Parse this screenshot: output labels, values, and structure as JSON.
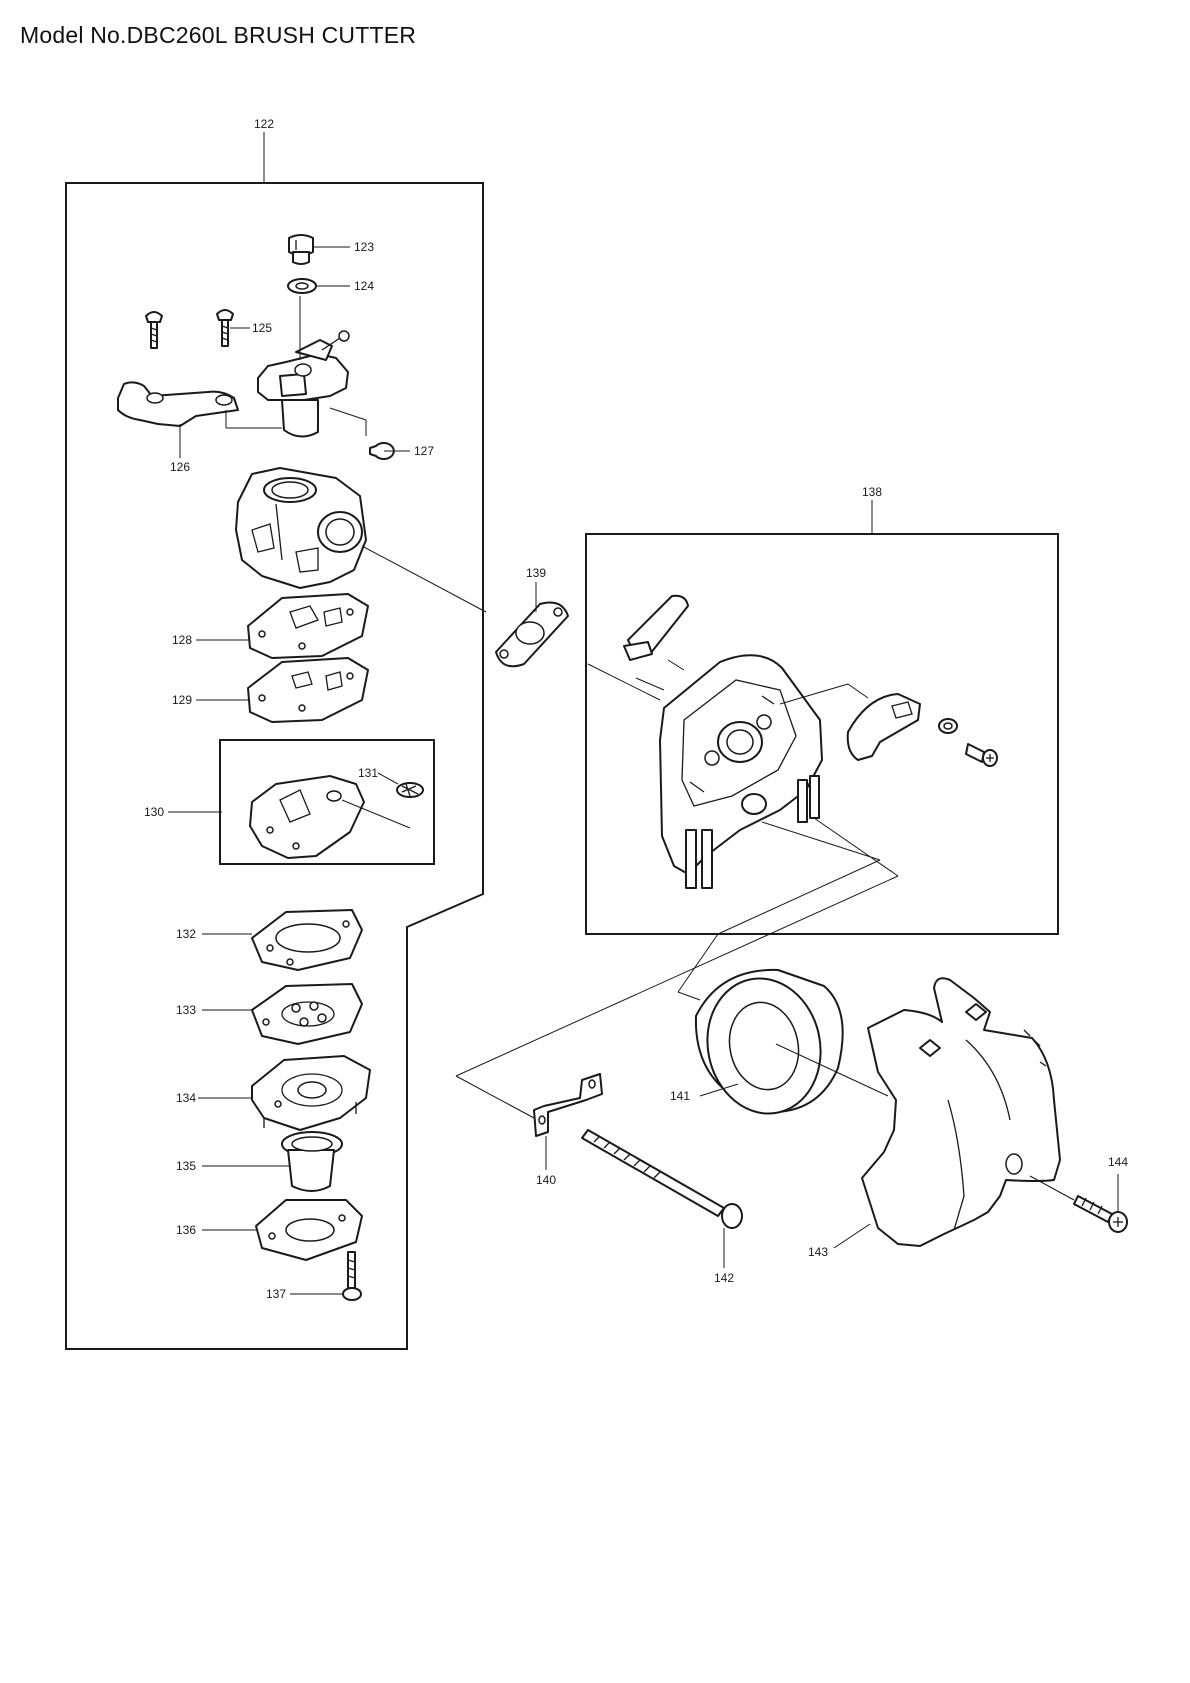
{
  "title": "Model No.DBC260L BRUSH CUTTER",
  "callouts": {
    "p122": "122",
    "p123": "123",
    "p124": "124",
    "p125": "125",
    "p126": "126",
    "p127": "127",
    "p128": "128",
    "p129": "129",
    "p130": "130",
    "p131": "131",
    "p132": "132",
    "p133": "133",
    "p134": "134",
    "p135": "135",
    "p136": "136",
    "p137": "137",
    "p138": "138",
    "p139": "139",
    "p140": "140",
    "p141": "141",
    "p142": "142",
    "p143": "143",
    "p144": "144"
  }
}
